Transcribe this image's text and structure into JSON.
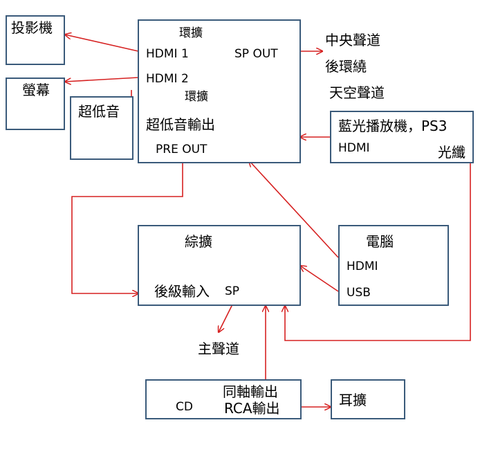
{
  "boxes": {
    "projector": "投影機",
    "screen": "螢幕",
    "subwoofer": "超低音",
    "receiver": {
      "title": "環擴",
      "hdmi1": "HDMI 1",
      "hdmi2": "HDMI 2",
      "sp_out": "SP OUT",
      "subtitle": "環擴",
      "sub_out": "超低音輸出",
      "pre_out": "PRE OUT"
    },
    "bluray": {
      "title": "藍光播放機，PS3",
      "hdmi": "HDMI",
      "optical": "光纖"
    },
    "integrated_amp": {
      "title": "綜擴",
      "input": "後級輸入",
      "sp": "SP"
    },
    "computer": {
      "title": "電腦",
      "hdmi": "HDMI",
      "usb": "USB"
    },
    "cd": {
      "title": "CD",
      "coax": "同軸輸出",
      "rca": "RCA輸出"
    },
    "headphone_amp": "耳擴"
  },
  "outputs": {
    "center": "中央聲道",
    "surround": "後環繞",
    "height": "天空聲道",
    "main": "主聲道"
  },
  "colors": {
    "box_border": "#3a5a7a",
    "arrow": "#d62020"
  }
}
